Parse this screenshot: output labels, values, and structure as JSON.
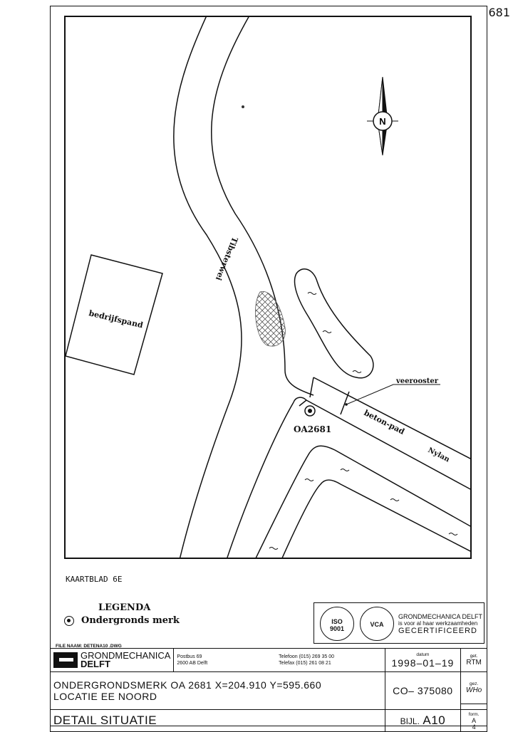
{
  "stamp": "681",
  "map": {
    "north_label": "N",
    "building_label": "bedrijfspand",
    "street_label": "Tibsterwei",
    "grate_label": "veerooster",
    "path_label": "beton-pad",
    "nylan_label": "Nylan",
    "marker_label": "OA2681"
  },
  "sheet": {
    "kaartblad": "KAARTBLAD 6E"
  },
  "legend": {
    "title": "LEGENDA",
    "item": "Ondergronds merk",
    "item_icon": "survey-marker-icon"
  },
  "certification": {
    "seal1_text": "ISO\n9001",
    "seal2_text": "VCA",
    "line1": "GRONDMECHANICA DELFT",
    "line2": "is voor al haar werkzaamheden",
    "line3": "GECERTIFICEERD"
  },
  "file_naam": "FILE NAAM:   DETENA10 .DWG",
  "titleblock": {
    "company_line1": "GRONDMECHANICA",
    "company_line2": "DELFT",
    "postbus": "Postbus 69",
    "postcode": "2600 AB Delft",
    "telefoon": "Telefoon (015) 269 35 00",
    "telefax": "Telefax (015) 261 08 21",
    "datum_label": "datum",
    "datum": "1998–01–19",
    "get_label": "get.",
    "get_value": "RTM",
    "title1": "ONDERGRONDSMERK OA  2681    X=204.910  Y=595.660",
    "title2": "LOCATIE  EE NOORD",
    "title3": "DETAIL  SITUATIE",
    "co_number": "CO– 375080",
    "gez_label": "gez.",
    "gez_value": "WHo",
    "bijl_label": "BIJL.",
    "bijl_value": "A10",
    "form_label": "form.",
    "form_value": "A",
    "form_sub": "4"
  }
}
